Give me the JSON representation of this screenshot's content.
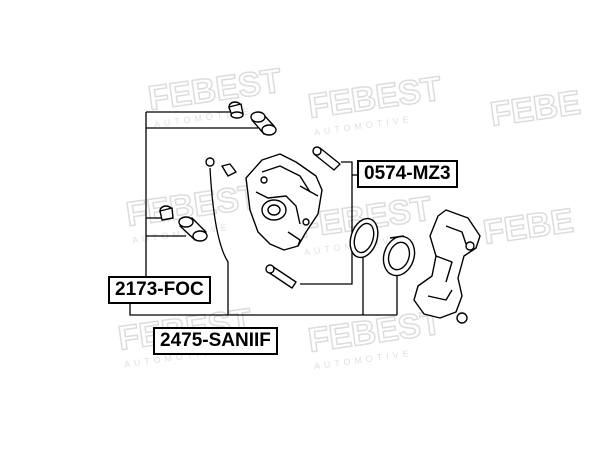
{
  "labels": {
    "caliper_bolt": "0574-MZ3",
    "guide_pin_boot": "2173-FOC",
    "repair_kit": "2475-SANIIF"
  },
  "watermark": {
    "text": "FEBEST",
    "subtext": "AUTOMOTIVE",
    "color": "#e2e2e2"
  },
  "colors": {
    "line": "#000000",
    "background": "#ffffff"
  }
}
